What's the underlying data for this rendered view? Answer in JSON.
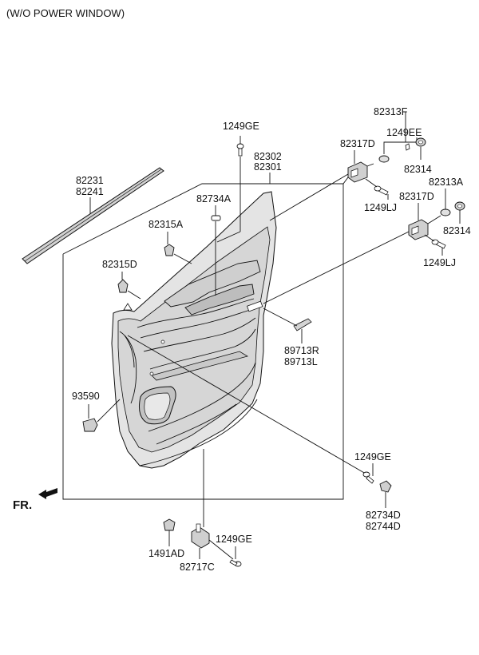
{
  "header": "(W/O POWER WINDOW)",
  "fr_label": "FR.",
  "labels": {
    "p82313F": "82313F",
    "p1249EE": "1249EE",
    "p82317D_a": "82317D",
    "p82314_a": "82314",
    "p1249GE_top": "1249GE",
    "p82302": "82302",
    "p82301": "82301",
    "p82231": "82231",
    "p82241": "82241",
    "p82734A": "82734A",
    "p1249LJ_a": "1249LJ",
    "p82317D_b": "82317D",
    "p82313A": "82313A",
    "p82315A": "82315A",
    "p82314_b": "82314",
    "p82315D": "82315D",
    "p1249LJ_b": "1249LJ",
    "p89713R": "89713R",
    "p89713L": "89713L",
    "p93590": "93590",
    "p1249GE_mid": "1249GE",
    "p82734D": "82734D",
    "p82744D": "82744D",
    "p1249GE_bot": "1249GE",
    "p1491AD": "1491AD",
    "p82717C": "82717C"
  },
  "colors": {
    "ink": "#111111",
    "panel_fill": "#e4e4e4",
    "panel_shade": "#c9c9c9",
    "background": "#ffffff"
  }
}
